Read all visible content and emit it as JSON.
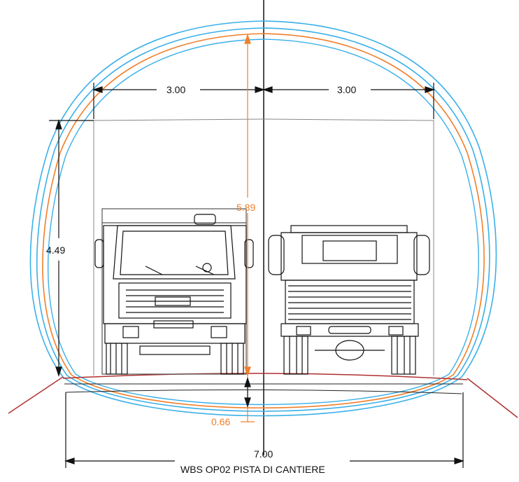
{
  "diagram": {
    "caption": "WBS OP02 PISTA DI CANTIERE",
    "dimensions": {
      "left_lane_width": "3.00",
      "right_lane_width": "3.00",
      "clear_height": "4.49",
      "crown_height": "5.89",
      "invert_depth": "0.66",
      "total_width": "7.00"
    },
    "colors": {
      "outer_lining": "#3ab0e8",
      "inner_lining": "#f07f2a",
      "ground": "#b03030",
      "lines": "#222222"
    },
    "vehicles": [
      "truck-left",
      "truck-right"
    ]
  }
}
